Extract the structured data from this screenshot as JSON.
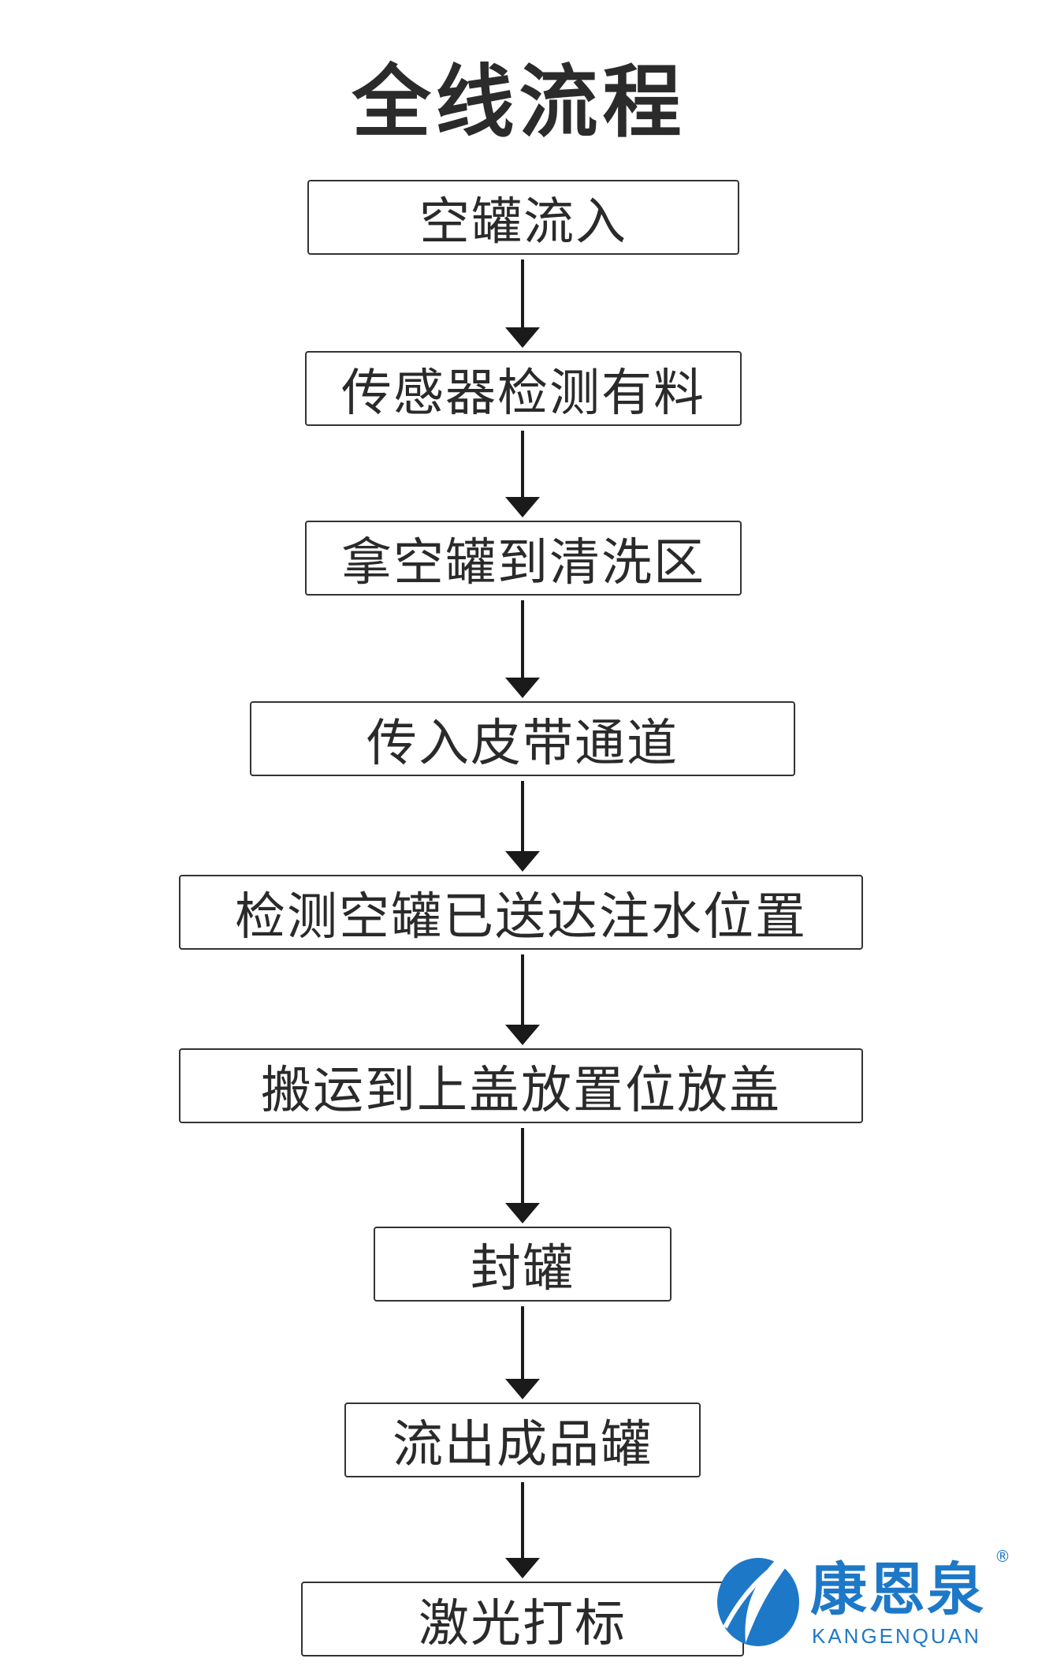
{
  "title": "全线流程",
  "steps": [
    "空罐流入",
    "传感器检测有料",
    "拿空罐到清洗区",
    "传入皮带通道",
    "检测空罐已送达注水位置",
    "搬运到上盖放置位放盖",
    "封罐",
    "流出成品罐",
    "激光打标"
  ],
  "logo": {
    "name_cn": "康恩泉",
    "name_en": "KANGENQUAN",
    "registered_mark": "®",
    "brand_color": "#1e78c8"
  },
  "colors": {
    "border": "#333333",
    "text": "#2a2a2a",
    "arrow": "#1a1a1a"
  }
}
